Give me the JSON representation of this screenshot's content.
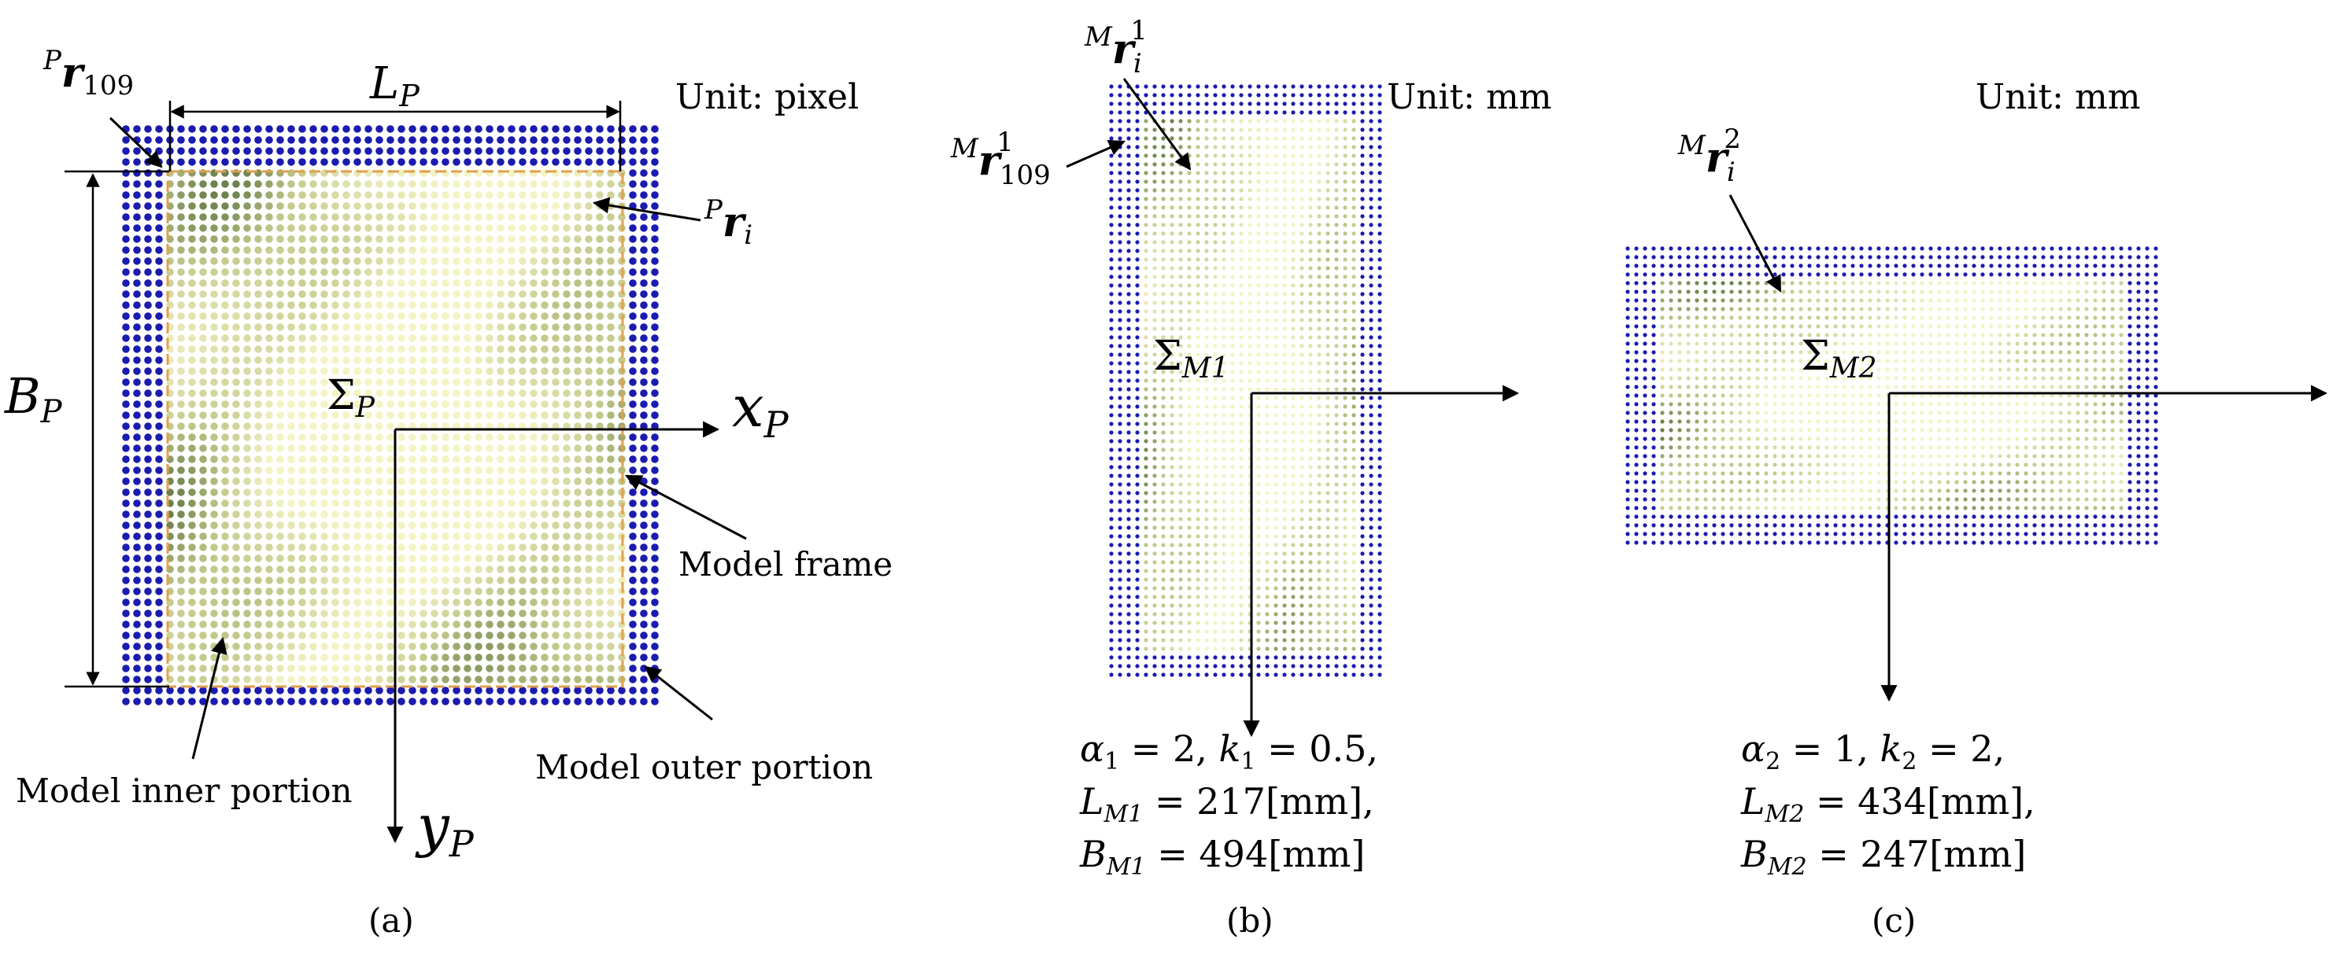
{
  "panels": [
    {
      "caption": "(a)",
      "unit": "Unit: pixel",
      "labels": {
        "corner_point": {
          "pre": "P",
          "main": "r",
          "sub": "109",
          "sup": ""
        },
        "point_i": {
          "pre": "P",
          "main": "r",
          "sub": "i",
          "sup": ""
        },
        "length": {
          "main": "L",
          "sub": "P"
        },
        "breadth": {
          "main": "B",
          "sub": "P"
        },
        "frame_sigma": {
          "main": "Σ",
          "sub": "P"
        },
        "x_axis": {
          "main": "x",
          "sub": "P"
        },
        "y_axis": {
          "main": "y",
          "sub": "P"
        }
      },
      "annotations": {
        "model_frame": "Model frame",
        "outer_portion": "Model outer portion",
        "inner_portion": "Model inner portion"
      }
    },
    {
      "caption": "(b)",
      "unit": "Unit: mm",
      "labels": {
        "point_i": {
          "pre": "M",
          "main": "r",
          "sub": "i",
          "sup": "1"
        },
        "corner_point": {
          "pre": "M",
          "main": "r",
          "sub": "109",
          "sup": "1"
        },
        "frame_sigma": {
          "main": "Σ",
          "sub": "M1"
        }
      },
      "params": [
        "α₁ = 2, k₁ = 0.5,",
        "L_M1 = 217[mm],",
        "B_M1 = 494[mm]"
      ],
      "param_lines": [
        {
          "a": "α",
          "as": "1",
          "b": " = 2, ",
          "c": "k",
          "cs": "1",
          "d": " = 0.5,"
        },
        {
          "a": "L",
          "as": "M1",
          "b": " = 217[mm],",
          "c": "",
          "cs": "",
          "d": ""
        },
        {
          "a": "B",
          "as": "M1",
          "b": " = 494[mm]",
          "c": "",
          "cs": "",
          "d": ""
        }
      ]
    },
    {
      "caption": "(c)",
      "unit": "Unit: mm",
      "labels": {
        "point_i": {
          "pre": "M",
          "main": "r",
          "sub": "i",
          "sup": "2"
        },
        "frame_sigma": {
          "main": "Σ",
          "sub": "M2"
        }
      },
      "param_lines": [
        {
          "a": "α",
          "as": "2",
          "b": " = 1, ",
          "c": "k",
          "cs": "2",
          "d": " = 2,"
        },
        {
          "a": "L",
          "as": "M2",
          "b": " = 434[mm],",
          "c": "",
          "cs": "",
          "d": ""
        },
        {
          "a": "B",
          "as": "M2",
          "b": " = 247[mm]",
          "c": "",
          "cs": "",
          "d": ""
        }
      ]
    }
  ],
  "colors": {
    "outer_dot": "#1b1bb0",
    "frame": "#e0a050",
    "inner_light": "#f4f3c4",
    "inner_mid": "#c2c88a",
    "inner_dark": "#3f5a2a"
  }
}
